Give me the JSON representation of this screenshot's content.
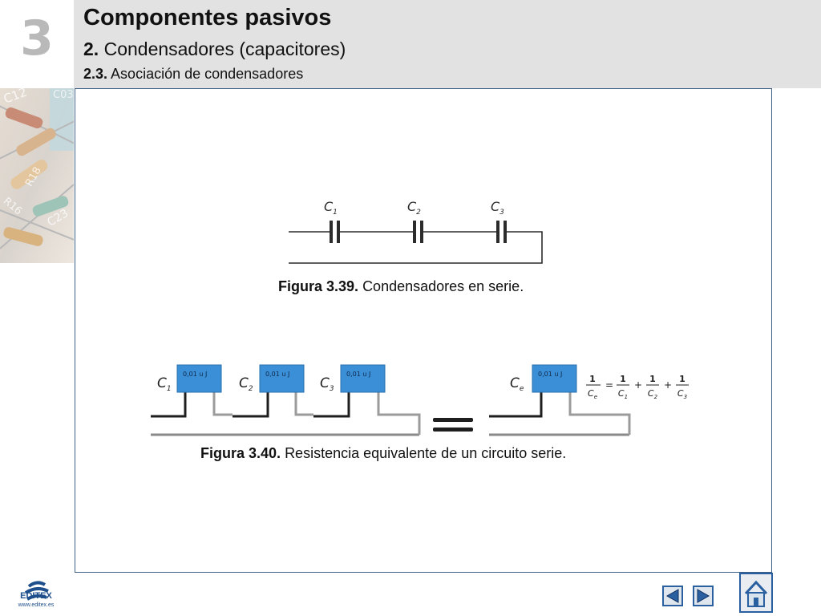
{
  "header": {
    "chapter_number": "3",
    "title": "Componentes pasivos",
    "subtitle_number": "2.",
    "subtitle_text": "Condensadores (capacitores)",
    "subsubtitle_number": "2.3.",
    "subsubtitle_text": "Asociación de condensadores"
  },
  "figure_1": {
    "caption_number": "Figura 3.39.",
    "caption_text": "Condensadores en serie.",
    "labels": [
      "C1",
      "C2",
      "C3"
    ]
  },
  "figure_2": {
    "caption_number": "Figura 3.40.",
    "caption_text": "Resistencia equivalente de un circuito serie.",
    "component_value": "0,01 u  J",
    "labels": [
      "C1",
      "C2",
      "C3",
      "Ce"
    ],
    "formula": "1/Ce = 1/C1 + 1/C2 + 1/C3"
  },
  "footer": {
    "logo_text": "EDITEX",
    "logo_url": "www.editex.es"
  },
  "colors": {
    "header_bg": "#e2e2e2",
    "content_border": "#3d5f8a",
    "capacitor_blue": "#3a8fd6",
    "nav_blue": "#2a5fa0"
  },
  "icons": [
    "previous-arrow-icon",
    "next-arrow-icon",
    "home-icon"
  ]
}
